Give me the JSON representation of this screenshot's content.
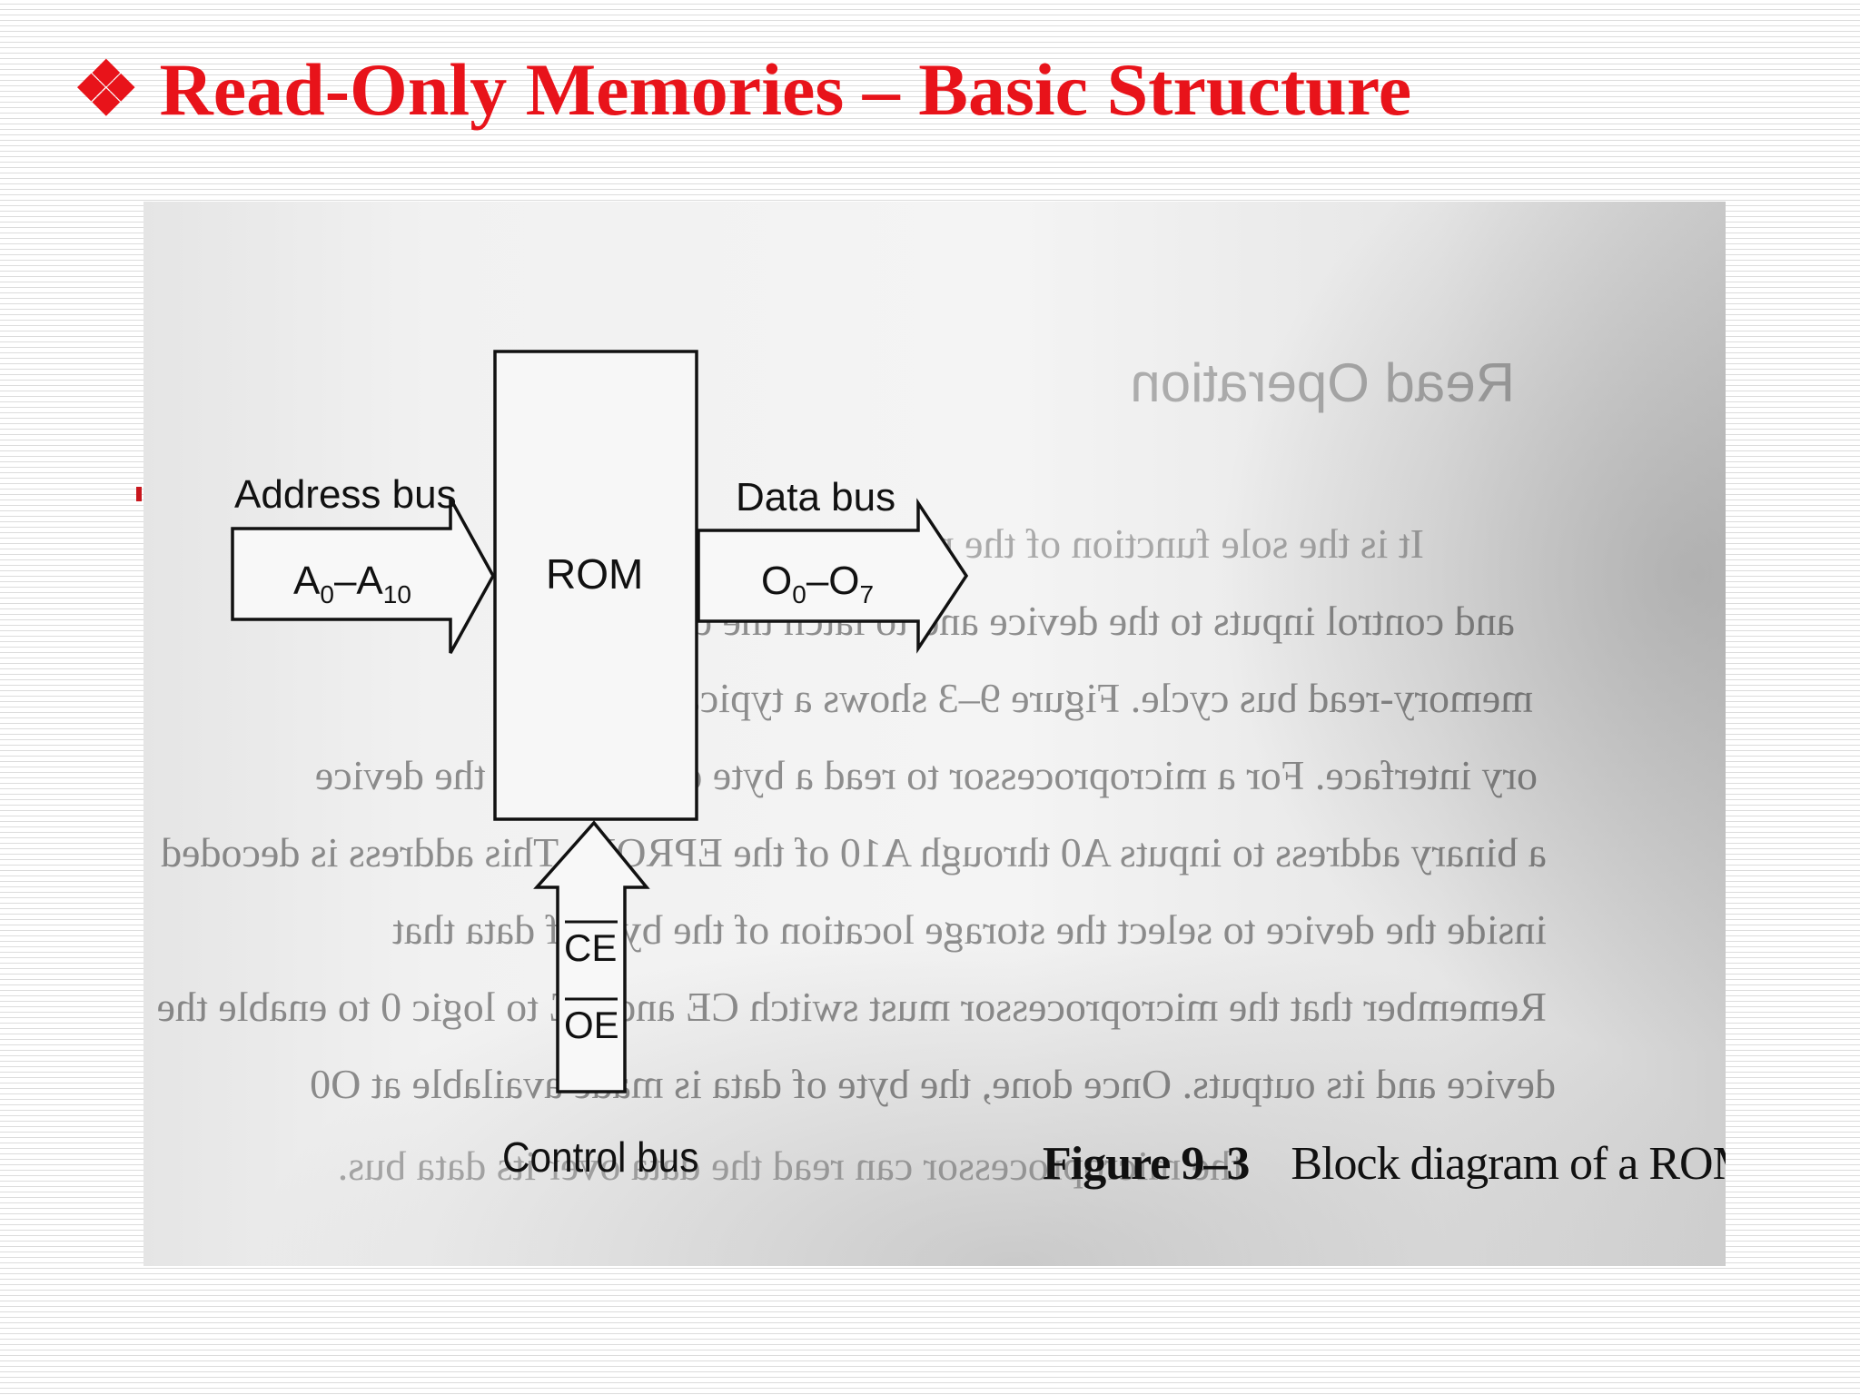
{
  "slide": {
    "bullet_glyph": "❖",
    "title": "Read-Only Memories – Basic Structure",
    "title_color": "#e8131a"
  },
  "diagram": {
    "block_label": "ROM",
    "address_bus": {
      "label": "Address bus",
      "signal_main": "A",
      "sub_from": "0",
      "sep": "–",
      "signal_main2": "A",
      "sub_to": "10"
    },
    "data_bus": {
      "label": "Data bus",
      "signal_main": "O",
      "sub_from": "0",
      "sep": "–",
      "signal_main2": "O",
      "sub_to": "7"
    },
    "control_bus": {
      "label": "Control bus",
      "signal_1": "CE",
      "signal_2": "OE"
    },
    "figure_number": "Figure 9–3",
    "figure_caption": "Block diagram of a ROM"
  },
  "background_text": {
    "heading": "Read Operation",
    "lines": [
      "It is the sole function of the microprocessor to provide",
      "and control inputs to the device and to latch the data",
      "memory-read bus cycle. Figure 9–3 shows a typical",
      "ory interface. For a microprocessor to read a byte of data from the device",
      "a binary address to inputs A0 through A10 of the EPROM. This address is decoded",
      "inside the device to select the storage location of the byte of data that",
      "Remember that the microprocessor must switch CE and OE to logic 0 to enable the",
      "device and its outputs. Once done, the byte of data is made available at O0",
      "the microprocessor can read the data over its data bus."
    ]
  }
}
